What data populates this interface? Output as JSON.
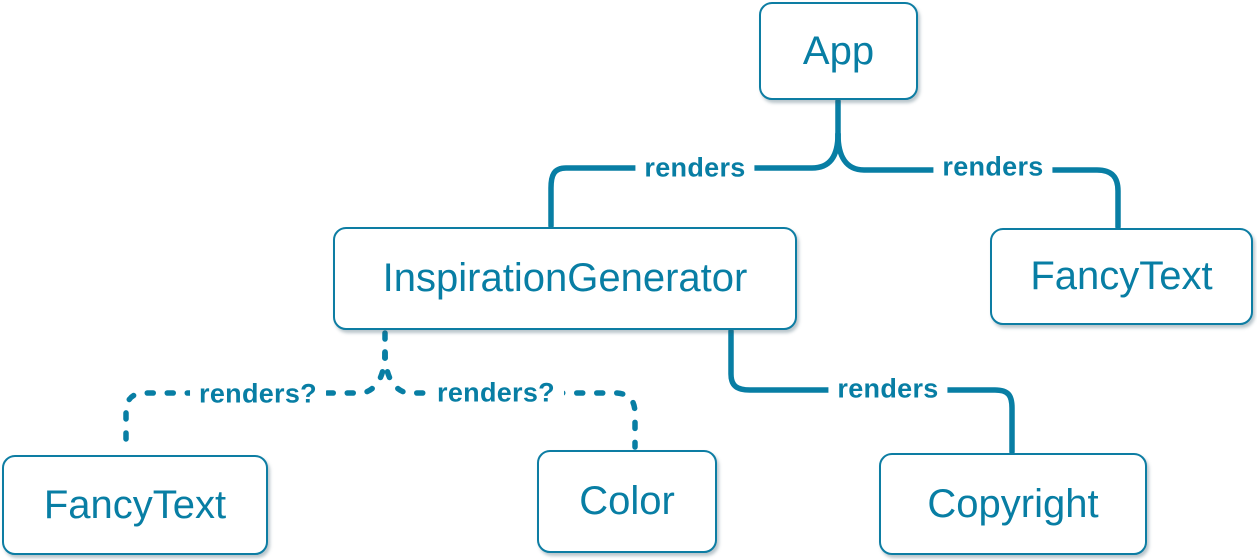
{
  "diagram": {
    "kind": "react-component-render-tree",
    "colors": {
      "accent": "#087ea4",
      "node_border": "#0d7da3",
      "node_fill": "#ffffff",
      "background": "#ffffff"
    },
    "nodes": [
      {
        "id": "app",
        "label": "App"
      },
      {
        "id": "inspiration-generator",
        "label": "InspirationGenerator"
      },
      {
        "id": "fancy-text-top",
        "label": "FancyText"
      },
      {
        "id": "fancy-text-bottom",
        "label": "FancyText"
      },
      {
        "id": "color",
        "label": "Color"
      },
      {
        "id": "copyright",
        "label": "Copyright"
      }
    ],
    "edges": [
      {
        "from": "App",
        "to": "InspirationGenerator",
        "label": "renders",
        "style": "solid"
      },
      {
        "from": "App",
        "to": "FancyText",
        "label": "renders",
        "style": "solid"
      },
      {
        "from": "InspirationGenerator",
        "to": "FancyText",
        "label": "renders?",
        "style": "dashed"
      },
      {
        "from": "InspirationGenerator",
        "to": "Color",
        "label": "renders?",
        "style": "dashed"
      },
      {
        "from": "InspirationGenerator",
        "to": "Copyright",
        "label": "renders",
        "style": "solid"
      }
    ]
  }
}
